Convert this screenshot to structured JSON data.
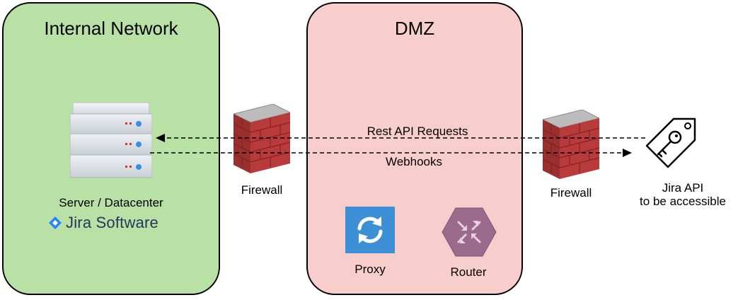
{
  "zones": {
    "internal": {
      "title": "Internal Network",
      "color": "#b9e0a5"
    },
    "dmz": {
      "title": "DMZ",
      "color": "#f8cecc"
    }
  },
  "server": {
    "label": "Server / Datacenter",
    "product_text": "Jira Software",
    "icon": "server-rack-icon"
  },
  "firewall_left": {
    "label": "Firewall",
    "icon": "firewall-icon"
  },
  "firewall_right": {
    "label": "Firewall",
    "icon": "firewall-icon"
  },
  "connections": {
    "requests_label": "Rest API Requests",
    "webhooks_label": "Webhooks"
  },
  "proxy": {
    "label": "Proxy",
    "icon": "proxy-sync-icon",
    "color": "#3d8fd6"
  },
  "router": {
    "label": "Router",
    "icon": "router-arrows-icon",
    "color": "#9b6b8e"
  },
  "jira_api": {
    "label_line1": "Jira API",
    "label_line2": "to be accessible",
    "icon": "key-tag-icon"
  },
  "colors": {
    "jira_blue": "#2684ff",
    "firewall_red": "#b83a3a"
  }
}
